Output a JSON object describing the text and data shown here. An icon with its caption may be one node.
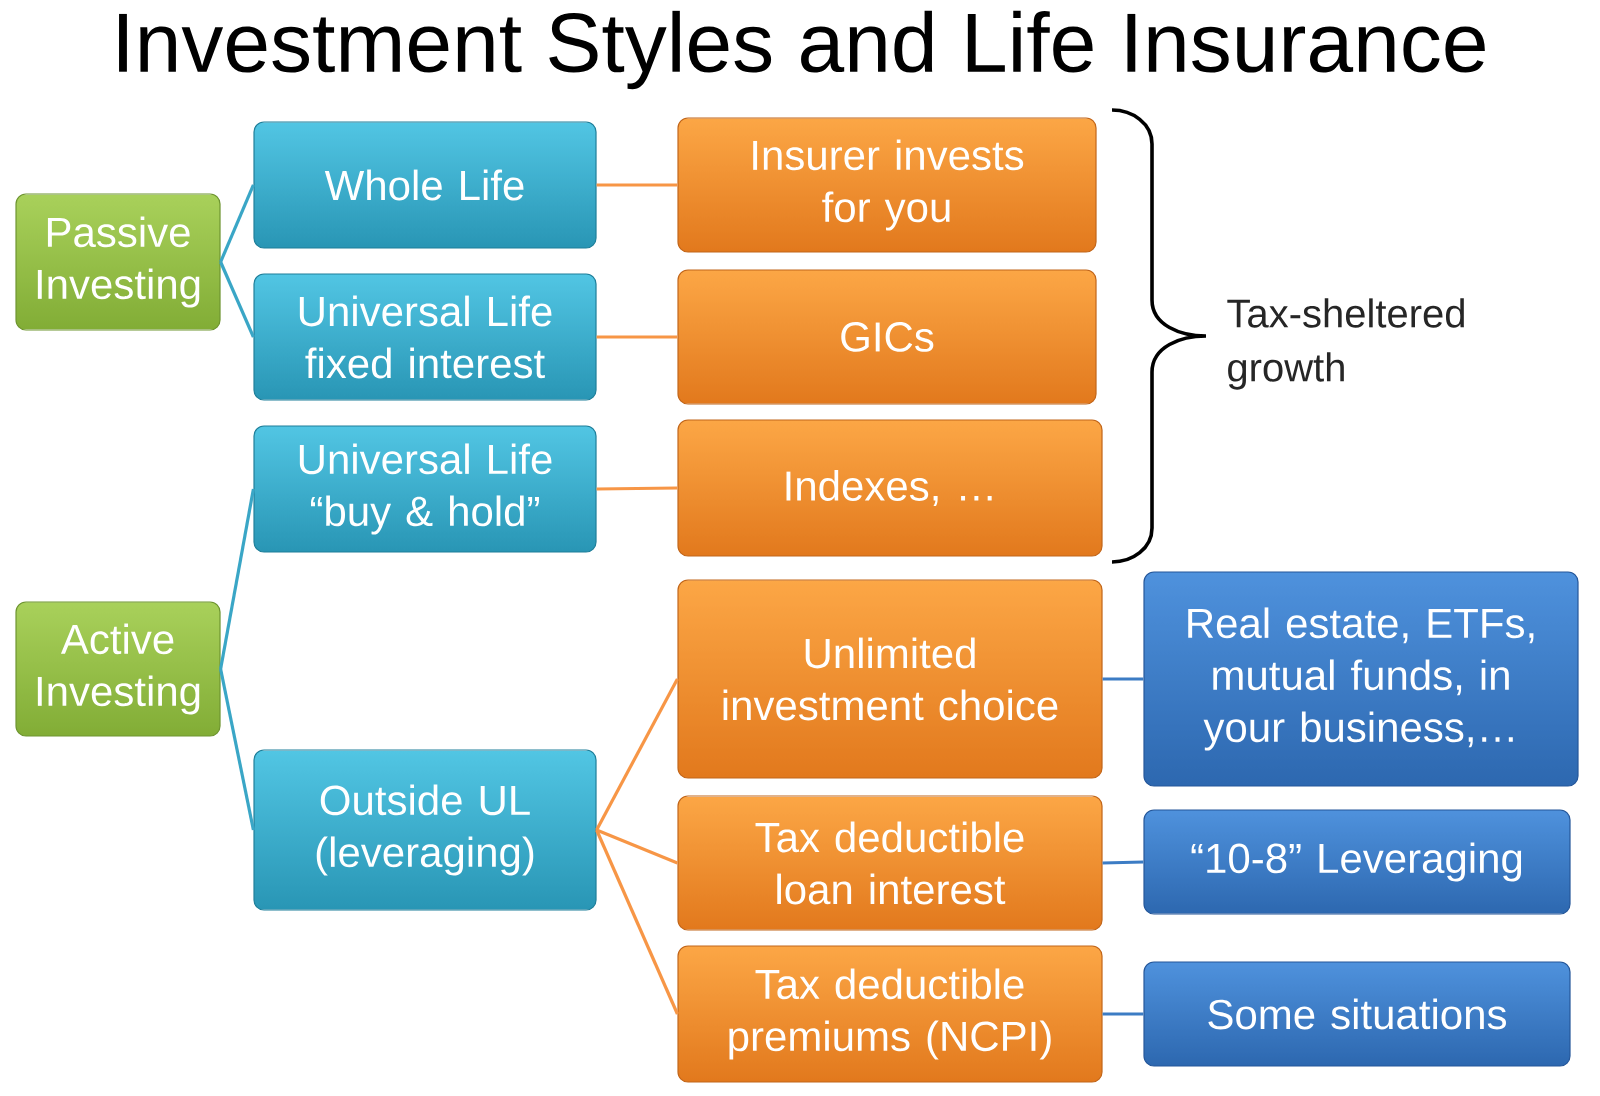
{
  "diagram": {
    "title": "Investment Styles and Life Insurance",
    "nodes": [
      {
        "text": [
          "Passive Investing"
        ]
      },
      {
        "text": [
          "Whole Life"
        ]
      },
      {
        "text": [
          "Universal Life fixed interest"
        ]
      },
      {
        "text": [
          "Universal Life “buy & hold”"
        ]
      },
      {
        "text": [
          "Active Investing"
        ]
      },
      {
        "text": [
          "Outside UL (leveraging)"
        ]
      },
      {
        "text": [
          "Insurer invests for you"
        ]
      },
      {
        "text": [
          "GICs"
        ]
      },
      {
        "text": [
          "Indexes, …"
        ]
      },
      {
        "text": [
          "Unlimited investment choice"
        ]
      },
      {
        "text": [
          "Real estate, ETFs, mutual funds, in your business,…"
        ]
      },
      {
        "text": [
          "Tax deductible loan interest"
        ]
      },
      {
        "text": [
          "“10-8” Leveraging"
        ]
      },
      {
        "text": [
          "Tax deductible premiums (NCPI)"
        ]
      },
      {
        "text": [
          "Some situations"
        ]
      }
    ],
    "edges": [
      {
        "from": 0,
        "to": 1,
        "arrow": "none",
        "color": "#3aa6c6"
      },
      {
        "from": 0,
        "to": 2,
        "arrow": "none",
        "color": "#3aa6c6"
      },
      {
        "from": 4,
        "to": 3,
        "arrow": "none",
        "color": "#3aa6c6"
      },
      {
        "from": 4,
        "to": 5,
        "arrow": "none",
        "color": "#3aa6c6"
      },
      {
        "from": 1,
        "to": 6,
        "arrow": "none"
      },
      {
        "from": 2,
        "to": 7,
        "arrow": "none"
      },
      {
        "from": 3,
        "to": 8,
        "arrow": "none"
      },
      {
        "from": 5,
        "to": 9,
        "arrow": "none"
      },
      {
        "from": 5,
        "to": 11,
        "arrow": "none"
      },
      {
        "from": 5,
        "to": 13,
        "arrow": "none"
      },
      {
        "from": 9,
        "to": 10,
        "arrow": "none",
        "color": "#3c7cc4"
      },
      {
        "from": 11,
        "to": 12,
        "arrow": "none",
        "color": "#3c7cc4"
      },
      {
        "from": 13,
        "to": 14,
        "arrow": "none",
        "color": "#3c7cc4"
      }
    ],
    "labels": [
      "Tax-sheltered growth"
    ]
  }
}
